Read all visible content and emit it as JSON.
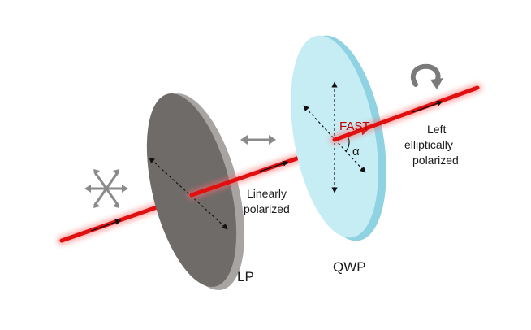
{
  "labels": {
    "lp": "LP",
    "qwp": "QWP",
    "fast": "FAST",
    "alpha": "α",
    "linear_line1": "Linearly",
    "linear_line2": "polarized",
    "left_line1": "Left",
    "left_line2": "elliptically",
    "left_line3": "polarized"
  },
  "colors": {
    "beam": "#e01010",
    "beam_glow": "#ff6a6a",
    "lp_face": "#6f6b69",
    "lp_edge": "#a7a4a2",
    "qwp_face": "#c6ecf4",
    "qwp_edge": "#8fd3e2",
    "arrow_gray": "#8a8a8a",
    "fast_text": "#c00000",
    "label_text": "#1a1a1a"
  },
  "icons": {
    "unpolarized": "unpolarized-star-icon",
    "linear": "double-arrow-icon",
    "rotation": "curved-rotation-arrow-icon"
  }
}
